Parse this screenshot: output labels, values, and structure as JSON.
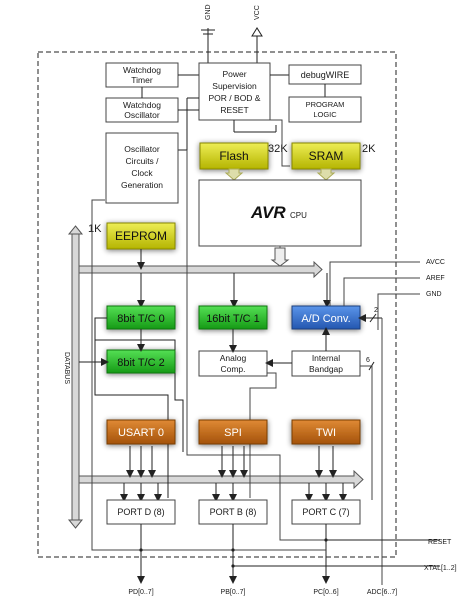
{
  "diagram": {
    "top": {
      "gnd": "GND",
      "vcc": "VCC"
    },
    "blocks": {
      "watchdog_timer": [
        "Watchdog",
        "Timer"
      ],
      "watchdog_osc": [
        "Watchdog",
        "Oscillator"
      ],
      "power": [
        "Power",
        "Supervision",
        "POR / BOD &",
        "RESET"
      ],
      "debugwire": "debugWIRE",
      "program_logic": [
        "PROGRAM",
        "LOGIC"
      ],
      "osc_circuits": [
        "Oscillator",
        "Circuits /",
        "Clock",
        "Generation"
      ],
      "flash": "Flash",
      "flash_size": "32K",
      "sram": "SRAM",
      "sram_size": "2K",
      "cpu_logo": "AVR",
      "cpu_label": "CPU",
      "eeprom": "EEPROM",
      "eeprom_size": "1K",
      "tc0": "8bit T/C 0",
      "tc1": "16bit T/C 1",
      "tc2": "8bit T/C 2",
      "adc": "A/D Conv.",
      "analog_comp": [
        "Analog",
        "Comp."
      ],
      "bandgap": [
        "Internal",
        "Bandgap"
      ],
      "usart": "USART 0",
      "spi": "SPI",
      "twi": "TWI",
      "portd": "PORT D (8)",
      "portb": "PORT B (8)",
      "portc": "PORT C (7)",
      "databus": "DATABUS"
    },
    "right_pins": {
      "avcc": "AVCC",
      "aref": "AREF",
      "gnd": "GND",
      "reset": "RESET",
      "xtal": "XTAL[1..2]"
    },
    "bus_counts": {
      "adc": "2",
      "bandgap": "6"
    },
    "bottom_pins": {
      "pd": "PD[0..7]",
      "pb": "PB[0..7]",
      "pc": "PC[0..6]",
      "adc": "ADC[6..7]"
    },
    "colors": {
      "yellow": "#c8c800",
      "green": "#22bb22",
      "blue": "#2f6fd0",
      "orange": "#c86a12",
      "bus": "#d8d8d8"
    }
  }
}
